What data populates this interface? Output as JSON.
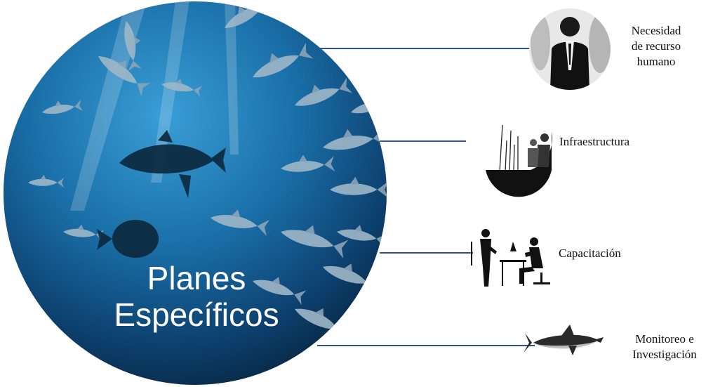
{
  "center": {
    "title_line1": "Planes",
    "title_line2": "Específicos"
  },
  "items": [
    {
      "label_lines": [
        "Necesidad",
        "de recurso",
        "humano"
      ],
      "icon": "business-people-icon"
    },
    {
      "label_lines": [
        "Infraestructura"
      ],
      "icon": "infrastructure-icon"
    },
    {
      "label_lines": [
        "Capacitación"
      ],
      "icon": "training-icon"
    },
    {
      "label_lines": [
        "Monitoreo e",
        "Investigación"
      ],
      "icon": "shark-icon"
    }
  ],
  "colors": {
    "connector": "#2f4f8f",
    "ocean_light": "#3a9ed6",
    "ocean_dark": "#07253f"
  }
}
